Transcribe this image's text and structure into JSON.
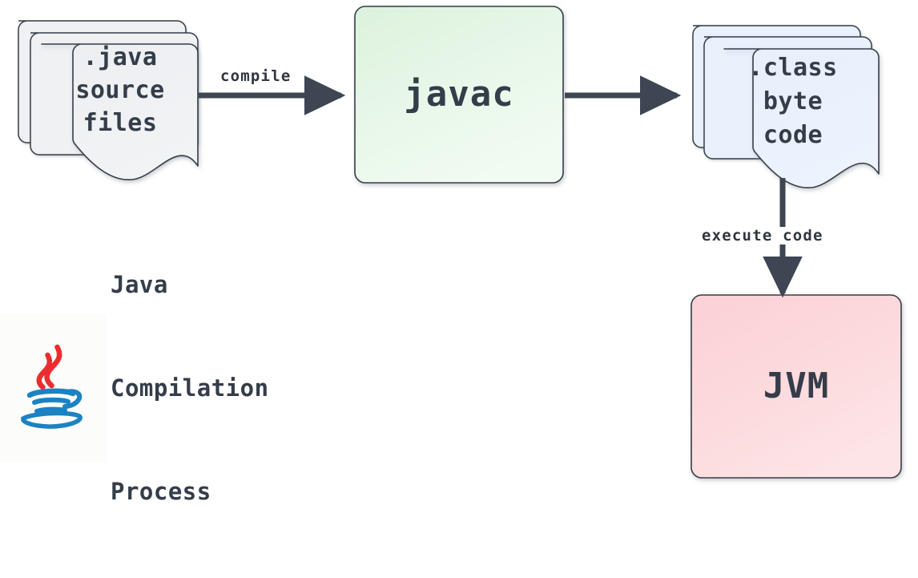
{
  "diagram": {
    "title": "Java Compilation Process",
    "caption": {
      "logo_icon": "java-logo-icon",
      "lines": [
        "Java",
        "Compilation",
        "Process"
      ]
    },
    "colors": {
      "stroke": "#343d49",
      "text": "#343d49",
      "arrow": "#3d4652",
      "source_fill": "#eef0f2",
      "javac_fill_top": "#ddf3de",
      "javac_fill_bottom": "#effaef",
      "class_fill": "#e9f1fd",
      "jvm_fill_top": "#fbd2d6",
      "jvm_fill_bottom": "#fde3e5",
      "logo_red": "#ea2d2e",
      "logo_blue": "#1b82c3",
      "canvas_bg": "#ffffff"
    },
    "nodes": [
      {
        "id": "source-files",
        "shape": "stacked-document",
        "stack_count": 3,
        "lines": [
          ".java",
          "source",
          "files"
        ]
      },
      {
        "id": "javac",
        "shape": "rounded-rect",
        "lines": [
          "javac"
        ]
      },
      {
        "id": "class-bytecode",
        "shape": "stacked-document",
        "stack_count": 3,
        "lines": [
          ".class",
          "byte",
          "code"
        ]
      },
      {
        "id": "jvm",
        "shape": "rounded-rect",
        "lines": [
          "JVM"
        ]
      }
    ],
    "edges": [
      {
        "id": "edge-compile",
        "from": "source-files",
        "to": "javac",
        "label": "compile",
        "direction": "right"
      },
      {
        "id": "edge-emit",
        "from": "javac",
        "to": "class-bytecode",
        "label": "",
        "direction": "right"
      },
      {
        "id": "edge-execute",
        "from": "class-bytecode",
        "to": "jvm",
        "label": "execute code",
        "direction": "down"
      }
    ]
  }
}
